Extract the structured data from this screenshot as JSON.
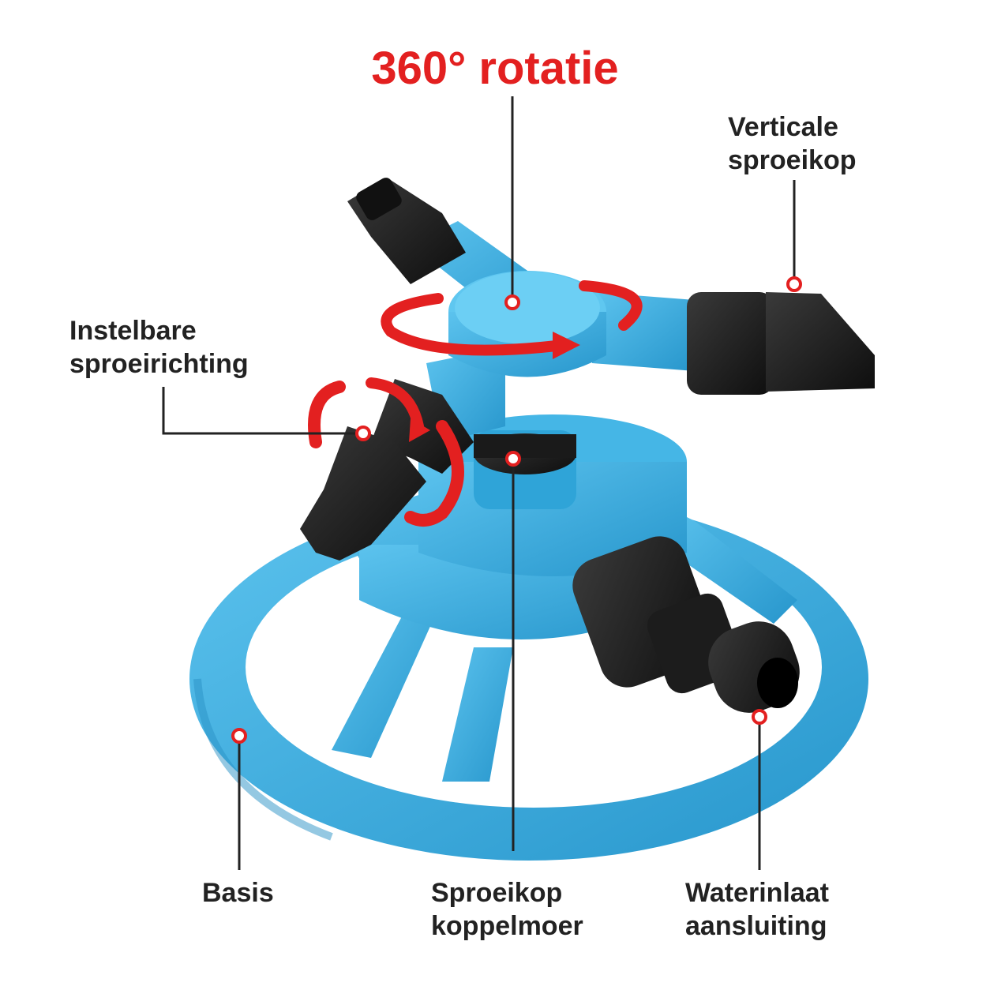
{
  "title": "360° rotatie",
  "labels": {
    "vertical_head": [
      "Verticale",
      "sproeikop"
    ],
    "adjustable": [
      "Instelbare",
      "sproeirichting"
    ],
    "base": "Basis",
    "coupling_nut": [
      "Sproeikop",
      "koppelmoer"
    ],
    "water_inlet": [
      "Waterinlaat",
      "aansluiting"
    ]
  },
  "colors": {
    "body_blue": "#3aaee0",
    "body_blue_dark": "#1f8cc0",
    "nozzle_black": "#1b1b1b",
    "accent_red": "#e32020",
    "line": "#222222"
  },
  "icons": [
    "rotation-arrow-icon",
    "rotation-arrow-icon"
  ]
}
